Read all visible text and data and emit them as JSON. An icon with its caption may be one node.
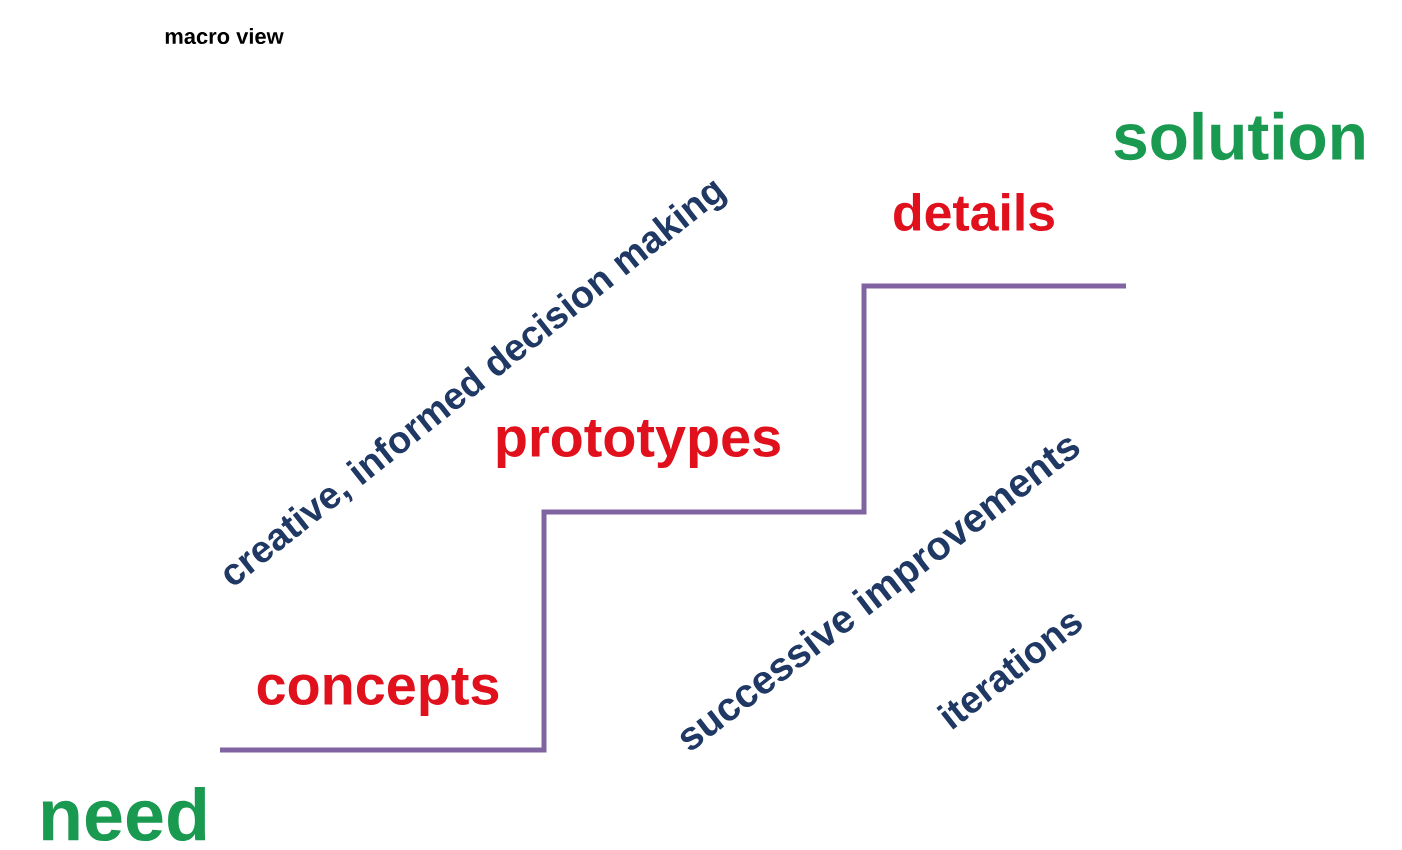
{
  "diagram": {
    "title": "macro view",
    "labels": [
      "solution",
      "details",
      "creative, informed decision making",
      "prototypes",
      "successive improvements",
      "concepts",
      "iterations",
      "need"
    ]
  }
}
